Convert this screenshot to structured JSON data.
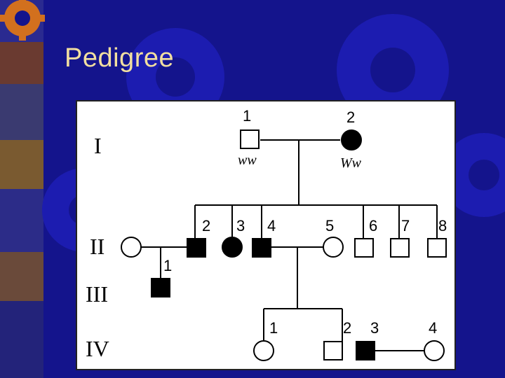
{
  "slide": {
    "title": "Pedigree",
    "colors": {
      "background": "#14148c",
      "title_text": "#f2dfa0",
      "gear": "#1c1cb0",
      "affected_fill": "#000000",
      "unaffected_fill": "#ffffff"
    },
    "decoration_icon": "gear-icon"
  },
  "pedigree": {
    "generations": [
      {
        "label": "I",
        "individuals": [
          {
            "number": "1",
            "sex": "male",
            "affected": false,
            "genotype": "ww"
          },
          {
            "number": "2",
            "sex": "female",
            "affected": true,
            "genotype": "Ww"
          }
        ]
      },
      {
        "label": "II",
        "individuals": [
          {
            "number": "",
            "sex": "female",
            "affected": false
          },
          {
            "number": "2",
            "sex": "male",
            "affected": true
          },
          {
            "number": "3",
            "sex": "female",
            "affected": true
          },
          {
            "number": "4",
            "sex": "male",
            "affected": true
          },
          {
            "number": "5",
            "sex": "female",
            "affected": false
          },
          {
            "number": "6",
            "sex": "male",
            "affected": false
          },
          {
            "number": "7",
            "sex": "male",
            "affected": false
          },
          {
            "number": "8",
            "sex": "male",
            "affected": false
          }
        ]
      },
      {
        "label": "III",
        "individuals": [
          {
            "number": "1",
            "sex": "male",
            "affected": true
          }
        ]
      },
      {
        "label": "IV",
        "individuals": [
          {
            "number": "1",
            "sex": "female",
            "affected": false
          },
          {
            "number": "2",
            "sex": "male",
            "affected": false
          },
          {
            "number": "3",
            "sex": "male",
            "affected": true
          },
          {
            "number": "4",
            "sex": "female",
            "affected": false
          }
        ]
      }
    ]
  }
}
